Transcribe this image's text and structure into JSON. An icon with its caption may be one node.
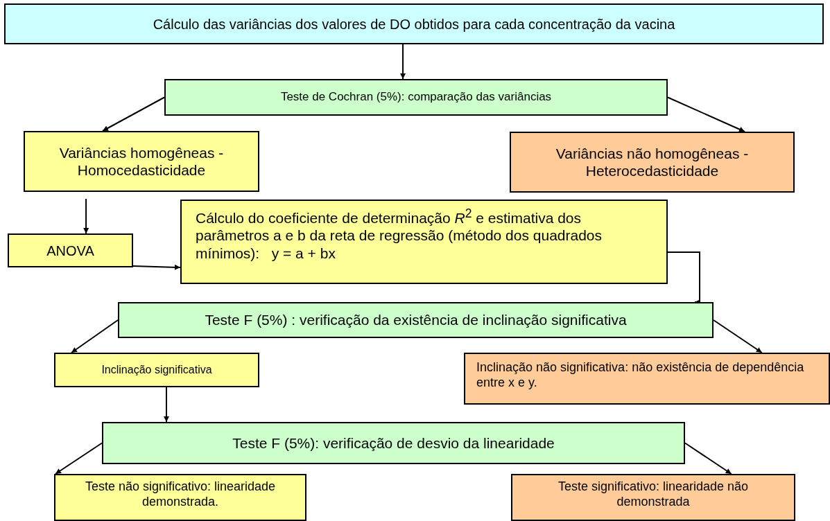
{
  "diagram": {
    "nodes": [
      {
        "text": [
          "Cálculo das variâncias dos valores de DO obtidos para cada concentração da vacina"
        ]
      },
      {
        "text": [
          "Teste de Cochran (5%): comparação das variâncias"
        ]
      },
      {
        "text": [
          "Variâncias homogêneas - Homocedasticidade"
        ]
      },
      {
        "text": [
          "Variâncias não homogêneas - Heterocedasticidade"
        ]
      },
      {
        "text": [
          "ANOVA"
        ]
      },
      {
        "text": [
          "Cálculo do coeficiente de determinação *R*$^{2}$ e estimativa dos parâmetros a e b da reta de regressão (método dos quadrados mínimos):   y = a + bx"
        ]
      },
      {
        "text": [
          "Teste F (5%) : verificação da existência de inclinação significativa"
        ]
      },
      {
        "text": [
          "Inclinação significativa"
        ]
      },
      {
        "text": [
          "Inclinação não significativa: não existência de dependência entre x e y."
        ]
      },
      {
        "text": [
          "Teste F (5%): verificação de desvio da linearidade"
        ]
      },
      {
        "text": [
          "Teste não significativo: linearidade demonstrada."
        ]
      },
      {
        "text": [
          "Teste significativo: linearidade não demonstrada"
        ]
      }
    ],
    "edges": [
      {
        "from": 0,
        "to": 1,
        "arrow": "to"
      },
      {
        "from": 1,
        "to": 2,
        "arrow": "to"
      },
      {
        "from": 1,
        "to": 3,
        "arrow": "to"
      },
      {
        "from": 2,
        "to": 4,
        "arrow": "to"
      },
      {
        "from": 4,
        "to": 5,
        "arrow": "to"
      },
      {
        "from": 5,
        "to": 6,
        "arrow": "to"
      },
      {
        "from": 6,
        "to": 7,
        "arrow": "to"
      },
      {
        "from": 6,
        "to": 8,
        "arrow": "to"
      },
      {
        "from": 7,
        "to": 9,
        "arrow": "to"
      },
      {
        "from": 9,
        "to": 10,
        "arrow": "to"
      },
      {
        "from": 9,
        "to": 11,
        "arrow": "to"
      }
    ]
  }
}
